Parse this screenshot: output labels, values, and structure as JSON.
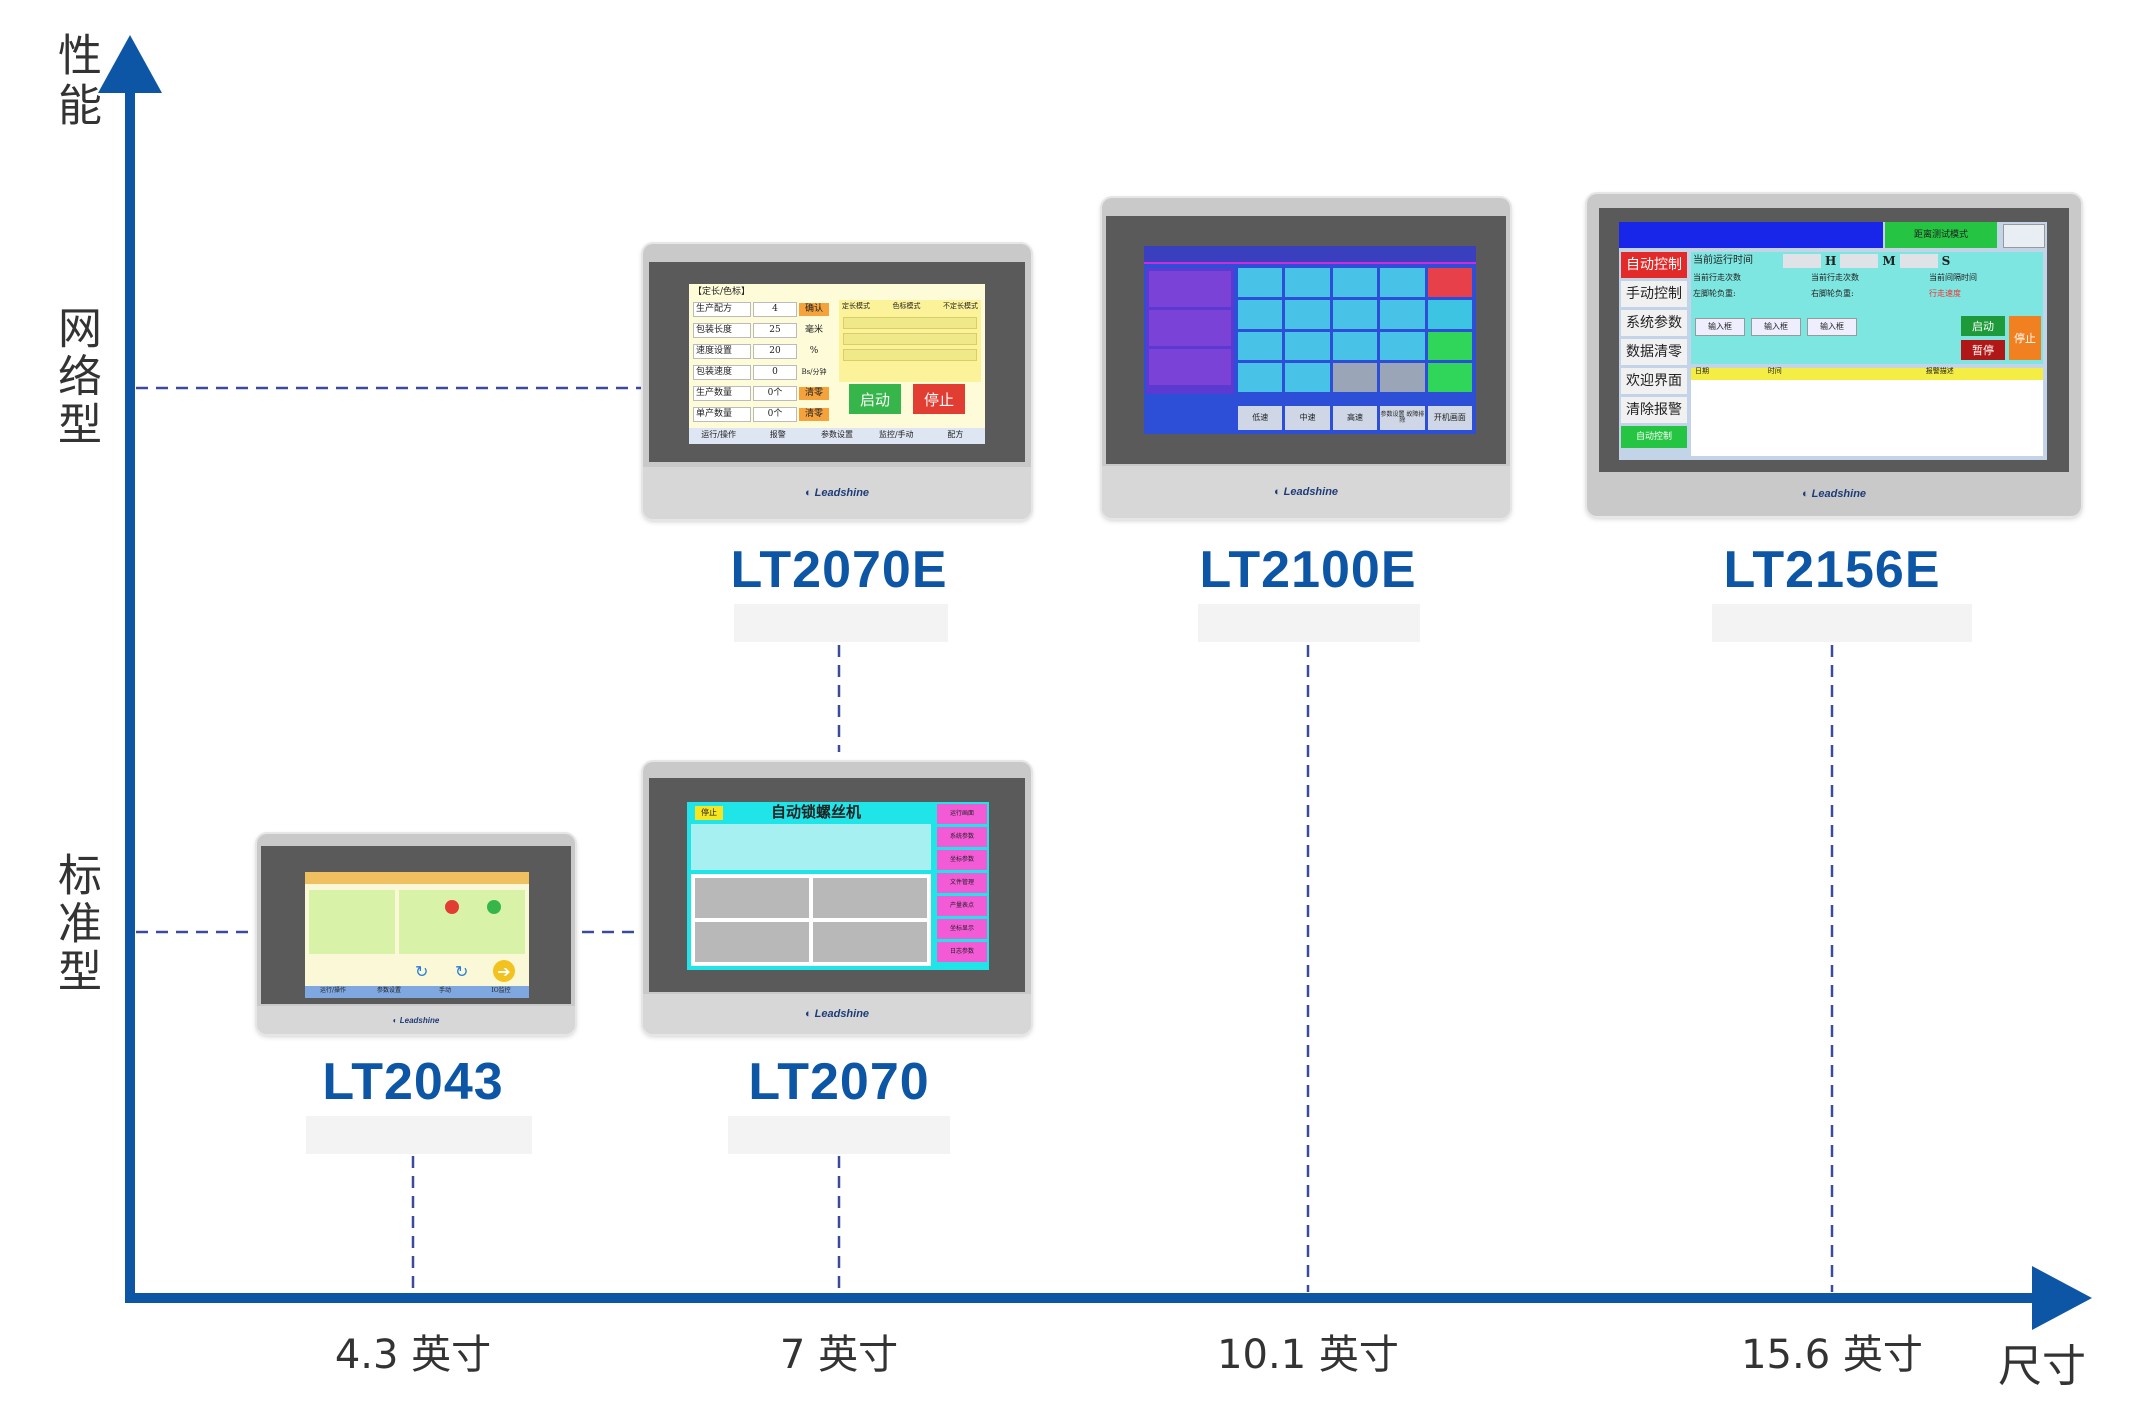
{
  "axes": {
    "y_label": "性能",
    "x_label": "尺寸",
    "levels": [
      {
        "key": "network",
        "label": "网络型"
      },
      {
        "key": "standard",
        "label": "标准型"
      }
    ],
    "sizes": [
      "4.3 英寸",
      "7 英寸",
      "10.1 英寸",
      "15.6 英寸"
    ]
  },
  "colors": {
    "axis": "#0d56a6",
    "model_text": "#0d56a6",
    "guide": "#3b4a9a"
  },
  "models": [
    {
      "name": "LT2043",
      "size": "4.3 英寸",
      "tier": "标准型"
    },
    {
      "name": "LT2070",
      "size": "7 英寸",
      "tier": "标准型"
    },
    {
      "name": "LT2070E",
      "size": "7 英寸",
      "tier": "网络型"
    },
    {
      "name": "LT2100E",
      "size": "10.1 英寸",
      "tier": "网络型"
    },
    {
      "name": "LT2156E",
      "size": "15.6 英寸",
      "tier": "网络型"
    }
  ],
  "brand": "Leadshine",
  "screens": {
    "lt2070e": {
      "title": "【定长/色标】",
      "rows": [
        {
          "label": "生产配方",
          "value": "4",
          "btn": "确认"
        },
        {
          "label": "包装长度",
          "value": "25",
          "unit": "毫米"
        },
        {
          "label": "速度设置",
          "value": "20",
          "unit": "%"
        },
        {
          "label": "包装速度",
          "value": "0",
          "unit": "Bs/分钟"
        },
        {
          "label": "生产数量",
          "value": "0个",
          "btn": "清零"
        },
        {
          "label": "单产数量",
          "value": "0个",
          "btn": "清零"
        }
      ],
      "modes": [
        "定长模式",
        "色标模式",
        "不定长模式"
      ],
      "start": "启动",
      "stop": "停止",
      "tabs": [
        "运行/操作",
        "报警",
        "参数设置",
        "监控/手动",
        "配方"
      ]
    },
    "lt2070": {
      "title": "自动锁螺丝机",
      "side": [
        "运行画面",
        "系统参数",
        "坐标参数",
        "文件管理",
        "产量表点",
        "坐标显示",
        "日志参数"
      ],
      "stop": "停止"
    },
    "lt2100e": {
      "bottom": [
        "低速",
        "中速",
        "高速",
        "参数设置 故障排除",
        "开机画面"
      ]
    },
    "lt2156e": {
      "header": "距离测试模式",
      "menu": [
        "自动控制",
        "手动控制",
        "系统参数",
        "数据清零",
        "欢迎界面",
        "清除报警",
        "自动控制"
      ],
      "time_label": "当前运行时间",
      "units": [
        "H",
        "M",
        "S"
      ],
      "row2": [
        "当前行走次数",
        "当前行走次数",
        "当前间隔时间"
      ],
      "load": [
        "左脚轮负重:",
        "右脚轮负重:",
        "行走速度"
      ],
      "input": "输入框",
      "start": "启动",
      "pause": "暂停",
      "stop": "停止",
      "table_head": [
        "日期",
        "时间",
        "报警描述"
      ]
    },
    "lt2043": {
      "tabs": [
        "运行/操作",
        "参数设置",
        "手动",
        "IO监控"
      ]
    }
  }
}
